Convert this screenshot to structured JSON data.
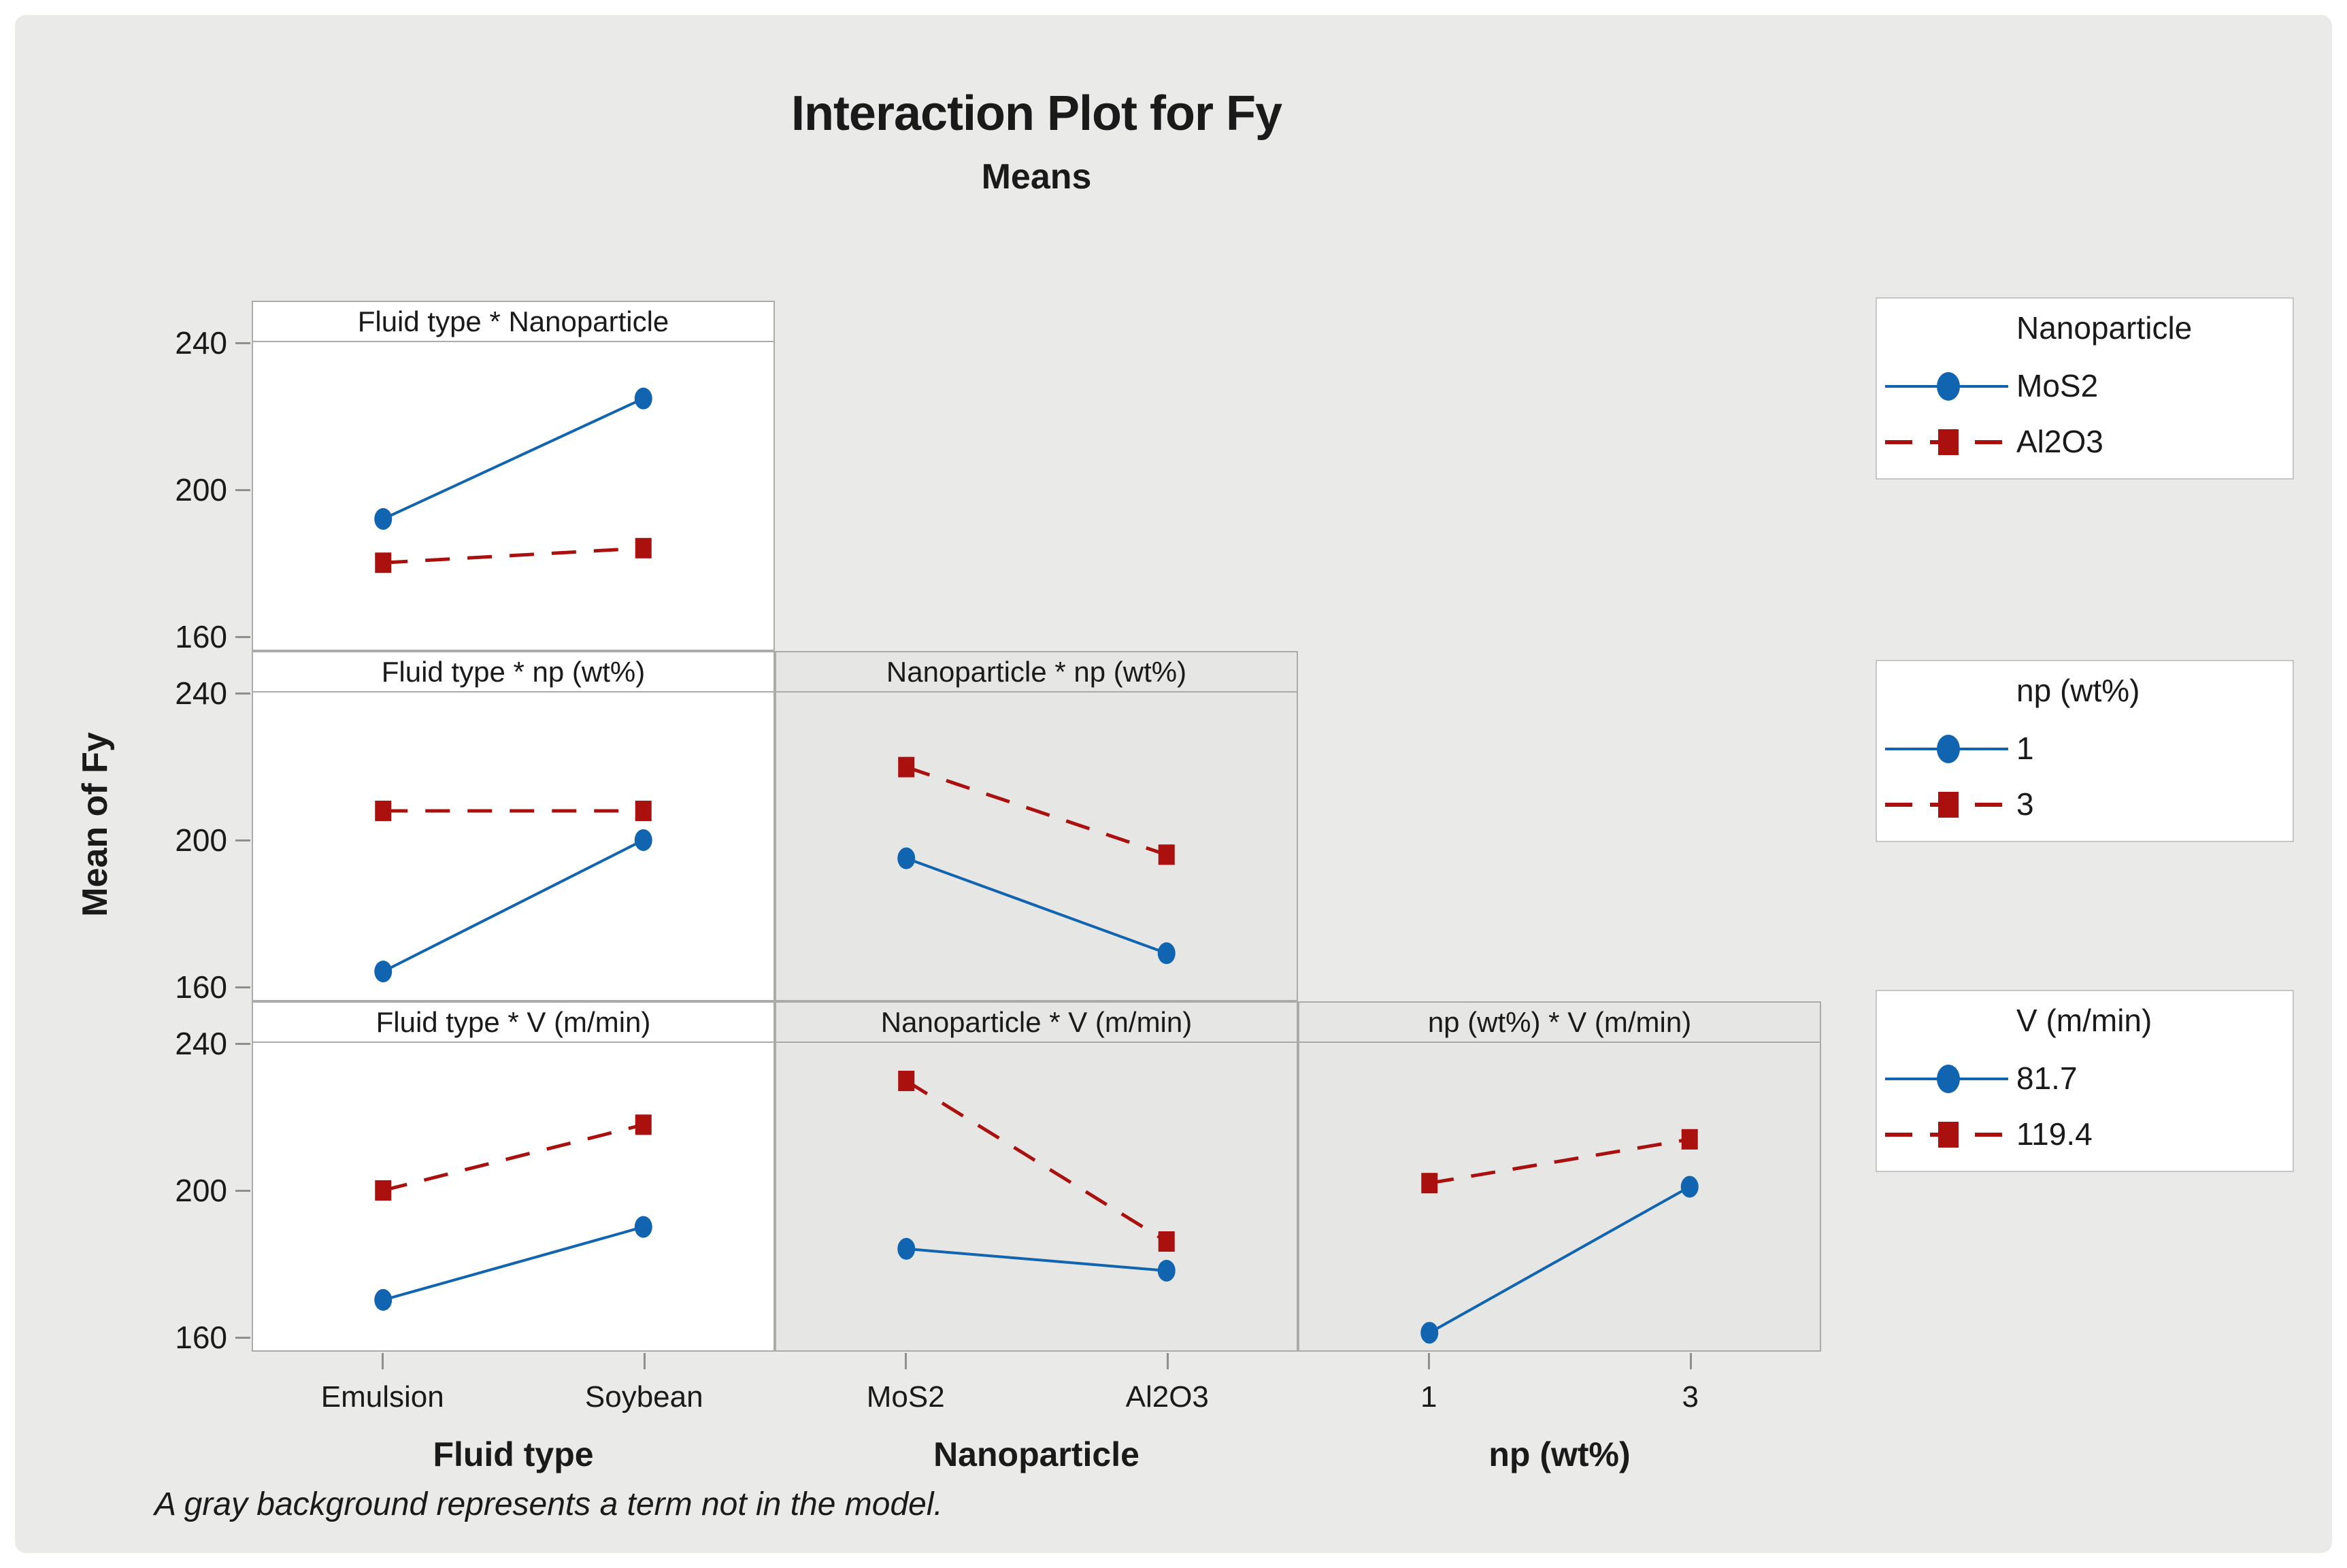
{
  "title": "Interaction Plot for Fy",
  "subtitle": "Means",
  "y_axis_label": "Mean of Fy",
  "footnote": "A gray background represents a term not in the model.",
  "colors": {
    "blue": "#1164b0",
    "red": "#a9100e",
    "canvas_bg": "#eaeae9",
    "panel_white": "#ffffff",
    "panel_gray": "#e6e6e5",
    "panel_border": "#ababab",
    "legend_border": "#c6c6c6",
    "tick": "#8f8f8f",
    "text": "#1a1a1a"
  },
  "x_groups": [
    {
      "label": "Fluid type",
      "categories": [
        "Emulsion",
        "Soybean"
      ]
    },
    {
      "label": "Nanoparticle",
      "categories": [
        "MoS2",
        "Al2O3"
      ]
    },
    {
      "label": "np (wt%)",
      "categories": [
        "1",
        "3"
      ]
    }
  ],
  "chart_data": {
    "type": "line",
    "ylabel": "Mean of Fy",
    "yticks": [
      240,
      200,
      160
    ],
    "ylim": [
      154,
      252
    ],
    "grid": false,
    "note": "lower-triangle interaction plot matrix; gray panel = term not in model",
    "panels": [
      {
        "row": 0,
        "col": 0,
        "title": "Fluid type * Nanoparticle",
        "in_model": true,
        "x_group": 0,
        "categories": [
          "Emulsion",
          "Soybean"
        ],
        "series": [
          {
            "name": "MoS2",
            "color": "blue",
            "line": "solid",
            "marker": "circle",
            "values": [
              192,
              225
            ]
          },
          {
            "name": "Al2O3",
            "color": "red",
            "line": "dashed",
            "marker": "square",
            "values": [
              180,
              184
            ]
          }
        ]
      },
      {
        "row": 1,
        "col": 0,
        "title": "Fluid type * np (wt%)",
        "in_model": true,
        "x_group": 0,
        "categories": [
          "Emulsion",
          "Soybean"
        ],
        "series": [
          {
            "name": "1",
            "color": "blue",
            "line": "solid",
            "marker": "circle",
            "values": [
              164,
              200
            ]
          },
          {
            "name": "3",
            "color": "red",
            "line": "dashed",
            "marker": "square",
            "values": [
              208,
              208
            ]
          }
        ]
      },
      {
        "row": 1,
        "col": 1,
        "title": "Nanoparticle * np (wt%)",
        "in_model": false,
        "x_group": 1,
        "categories": [
          "MoS2",
          "Al2O3"
        ],
        "series": [
          {
            "name": "1",
            "color": "blue",
            "line": "solid",
            "marker": "circle",
            "values": [
              195,
              169
            ]
          },
          {
            "name": "3",
            "color": "red",
            "line": "dashed",
            "marker": "square",
            "values": [
              220,
              196
            ]
          }
        ]
      },
      {
        "row": 2,
        "col": 0,
        "title": "Fluid type * V (m/min)",
        "in_model": true,
        "x_group": 0,
        "categories": [
          "Emulsion",
          "Soybean"
        ],
        "series": [
          {
            "name": "81.7",
            "color": "blue",
            "line": "solid",
            "marker": "circle",
            "values": [
              170,
              190
            ]
          },
          {
            "name": "119.4",
            "color": "red",
            "line": "dashed",
            "marker": "square",
            "values": [
              200,
              218
            ]
          }
        ]
      },
      {
        "row": 2,
        "col": 1,
        "title": "Nanoparticle * V (m/min)",
        "in_model": false,
        "x_group": 1,
        "categories": [
          "MoS2",
          "Al2O3"
        ],
        "series": [
          {
            "name": "81.7",
            "color": "blue",
            "line": "solid",
            "marker": "circle",
            "values": [
              184,
              178
            ]
          },
          {
            "name": "119.4",
            "color": "red",
            "line": "dashed",
            "marker": "square",
            "values": [
              230,
              186
            ]
          }
        ]
      },
      {
        "row": 2,
        "col": 2,
        "title": "np (wt%) * V (m/min)",
        "in_model": false,
        "x_group": 2,
        "categories": [
          "1",
          "3"
        ],
        "series": [
          {
            "name": "81.7",
            "color": "blue",
            "line": "solid",
            "marker": "circle",
            "values": [
              161,
              201
            ]
          },
          {
            "name": "119.4",
            "color": "red",
            "line": "dashed",
            "marker": "square",
            "values": [
              202,
              214
            ]
          }
        ]
      }
    ],
    "legends": [
      {
        "title": "Nanoparticle",
        "entries": [
          {
            "label": "MoS2",
            "color": "blue",
            "line": "solid",
            "marker": "circle"
          },
          {
            "label": "Al2O3",
            "color": "red",
            "line": "dashed",
            "marker": "square"
          }
        ]
      },
      {
        "title": "np (wt%)",
        "entries": [
          {
            "label": "1",
            "color": "blue",
            "line": "solid",
            "marker": "circle"
          },
          {
            "label": "3",
            "color": "red",
            "line": "dashed",
            "marker": "square"
          }
        ]
      },
      {
        "title": "V (m/min)",
        "entries": [
          {
            "label": "81.7",
            "color": "blue",
            "line": "solid",
            "marker": "circle"
          },
          {
            "label": "119.4",
            "color": "red",
            "line": "dashed",
            "marker": "square"
          }
        ]
      }
    ]
  }
}
